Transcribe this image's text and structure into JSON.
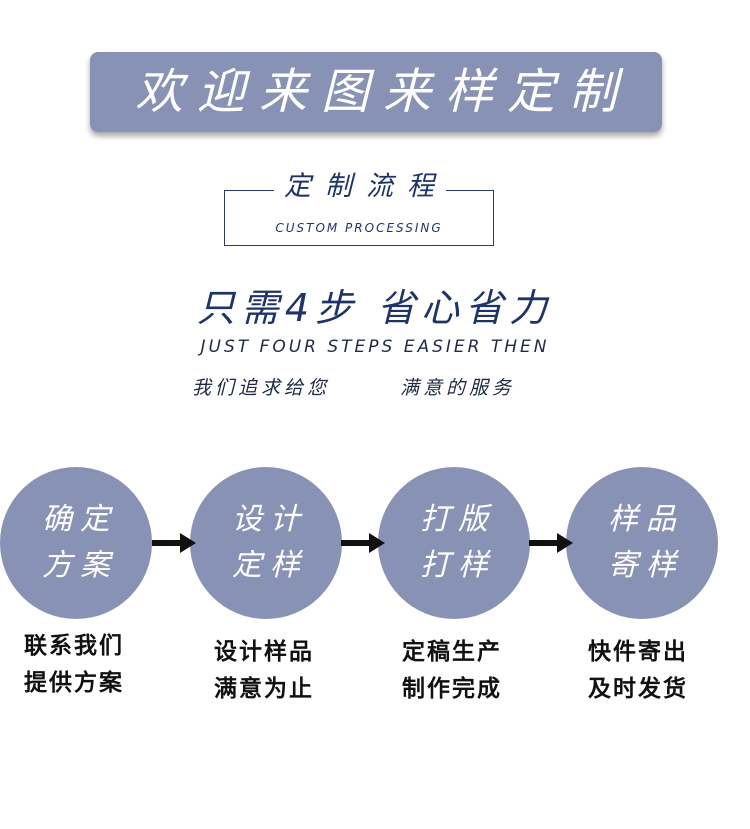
{
  "banner": {
    "title": "欢迎来图来样定制",
    "background_color": "#8792b5"
  },
  "process": {
    "title": "定制流程",
    "subtitle": "CUSTOM PROCESSING"
  },
  "slogan": {
    "main": "只需4步 省心省力",
    "english": "JUST FOUR STEPS EASIER THEN",
    "pursuit_left": "我们追求给您",
    "pursuit_right": "满意的服务"
  },
  "steps": [
    {
      "circle_line1": "确定",
      "circle_line2": "方案",
      "desc_line1": "联系我们",
      "desc_line2": "提供方案"
    },
    {
      "circle_line1": "设计",
      "circle_line2": "定样",
      "desc_line1": "设计样品",
      "desc_line2": "满意为止"
    },
    {
      "circle_line1": "打版",
      "circle_line2": "打样",
      "desc_line1": "定稿生产",
      "desc_line2": "制作完成"
    },
    {
      "circle_line1": "样品",
      "circle_line2": "寄样",
      "desc_line1": "快件寄出",
      "desc_line2": "及时发货"
    }
  ],
  "colors": {
    "circle": "#8792b5",
    "navy_text": "#1f3466",
    "arrow": "#111111"
  },
  "icons": {
    "arrow": "arrow-right-icon"
  }
}
